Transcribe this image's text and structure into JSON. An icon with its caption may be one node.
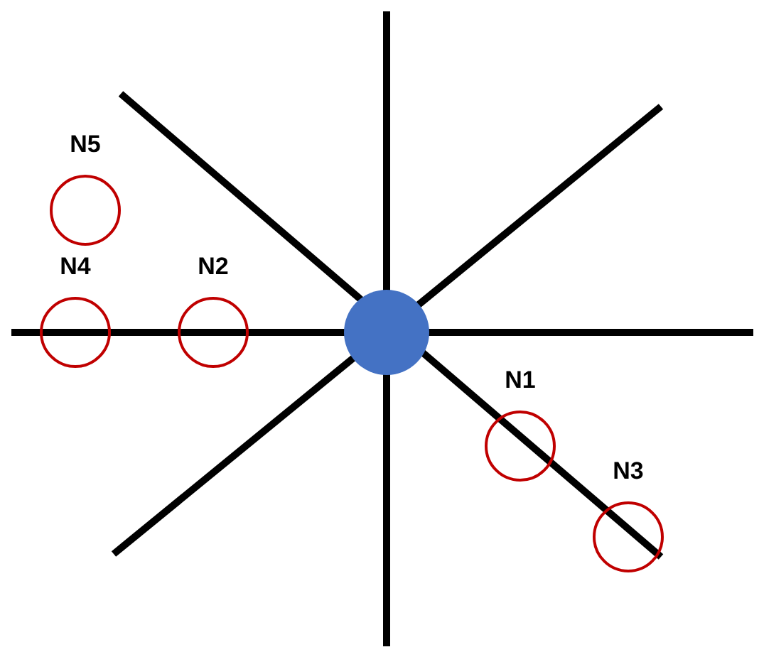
{
  "diagram": {
    "nodes": [
      {
        "text": [
          "N5"
        ]
      },
      {
        "text": [
          "N4"
        ]
      },
      {
        "text": [
          "N2"
        ]
      },
      {
        "text": [],
        "shape": "circle"
      },
      {
        "text": [
          "N1"
        ]
      },
      {
        "text": [
          "N3"
        ]
      }
    ]
  }
}
